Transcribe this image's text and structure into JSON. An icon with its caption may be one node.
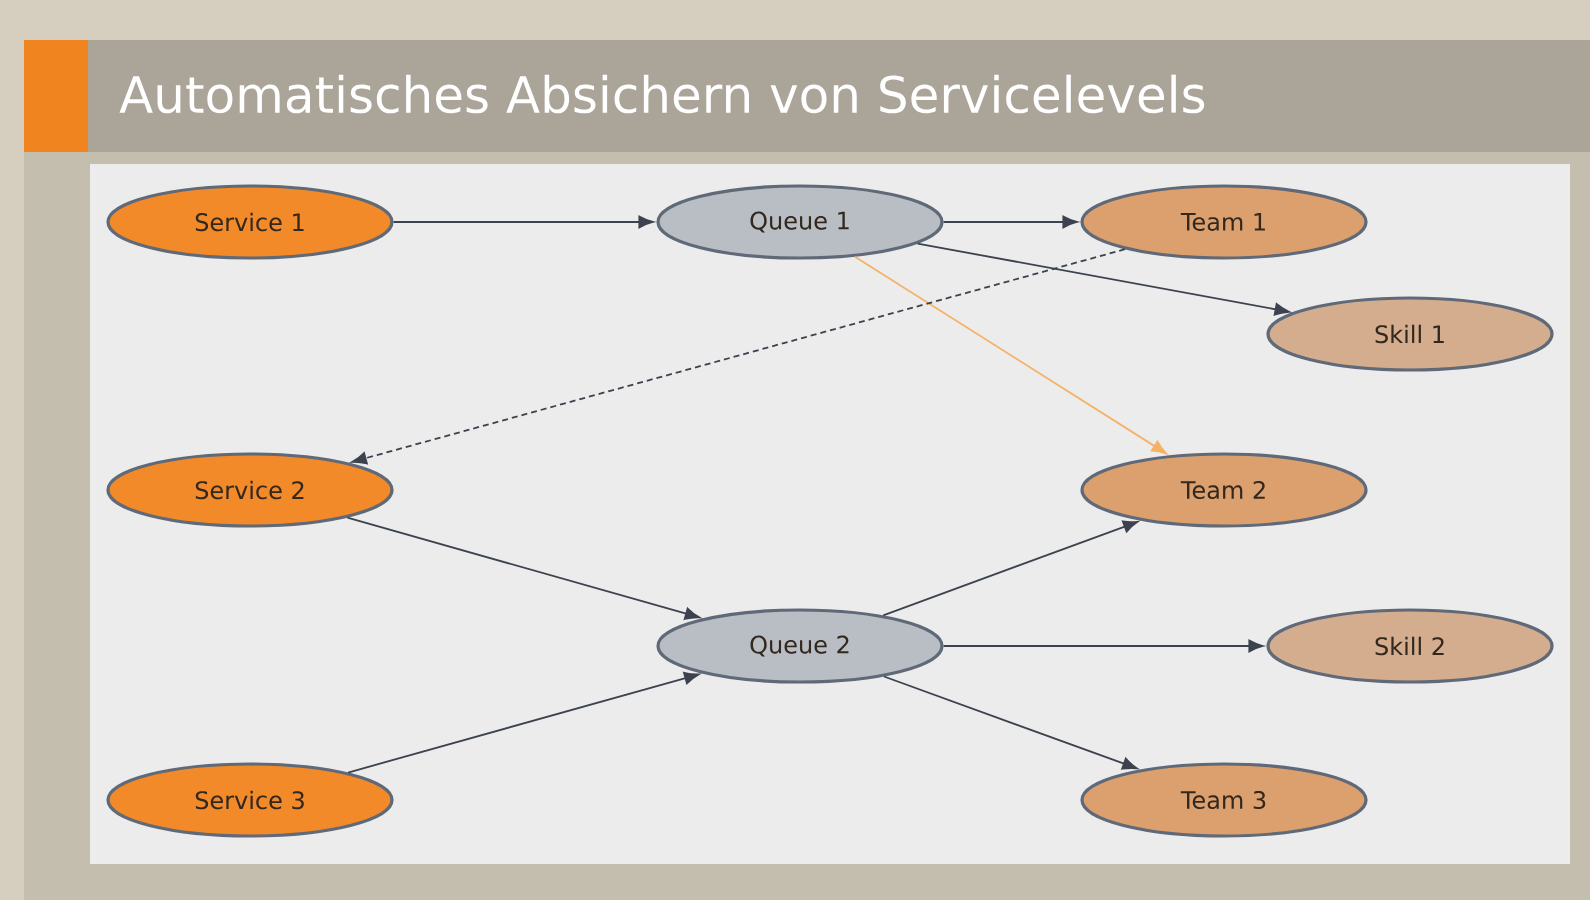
{
  "diagram": {
    "title": "Automatisches Absichern von Servicelevels",
    "nodes": [
      {
        "text": [
          "Service 1"
        ]
      },
      {
        "text": [
          "Queue 1"
        ]
      },
      {
        "text": [
          "Team 1"
        ]
      },
      {
        "text": [
          "Skill 1"
        ]
      },
      {
        "text": [
          "Service 2"
        ]
      },
      {
        "text": [
          "Team 2"
        ]
      },
      {
        "text": [
          "Queue 2"
        ]
      },
      {
        "text": [
          "Skill 2"
        ]
      },
      {
        "text": [
          "Service 3"
        ]
      },
      {
        "text": [
          "Team 3"
        ]
      }
    ],
    "edges": [
      {
        "from": 0,
        "to": 1,
        "arrow": "to"
      },
      {
        "from": 1,
        "to": 2,
        "arrow": "to"
      },
      {
        "from": 1,
        "to": 3,
        "arrow": "to"
      },
      {
        "from": 1,
        "to": 5,
        "arrow": "to",
        "color": "#f5b266"
      },
      {
        "from": 2,
        "to": 4,
        "arrow": "to",
        "style": "dashed"
      },
      {
        "from": 4,
        "to": 6,
        "arrow": "to"
      },
      {
        "from": 8,
        "to": 6,
        "arrow": "to"
      },
      {
        "from": 6,
        "to": 5,
        "arrow": "to"
      },
      {
        "from": 6,
        "to": 7,
        "arrow": "to"
      },
      {
        "from": 6,
        "to": 9,
        "arrow": "to"
      }
    ]
  }
}
